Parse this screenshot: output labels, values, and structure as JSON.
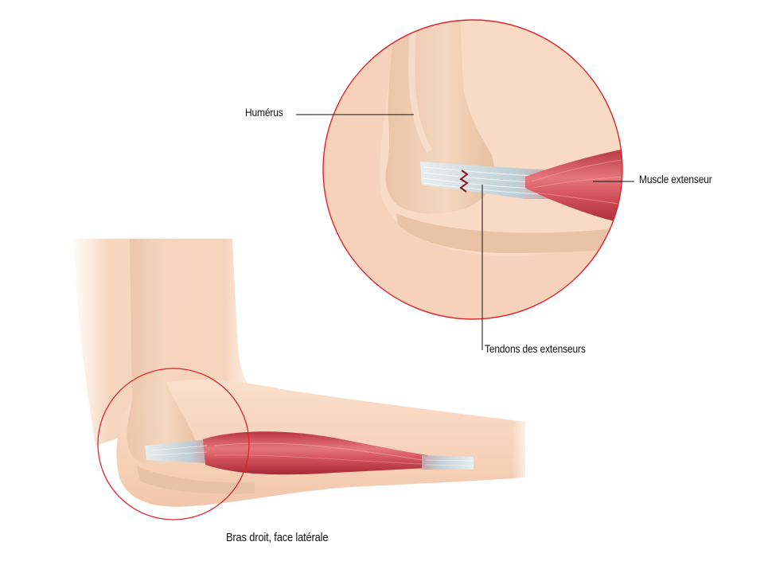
{
  "labels": {
    "humerus": "Humérus",
    "muscle": "Muscle extenseur",
    "tendons": "Tendons des extenseurs",
    "caption": "Bras droit, face latérale"
  },
  "colors": {
    "skin": "#f8d8c2",
    "skin_shadow": "#ecbfa4",
    "bone": "#f2d2b7",
    "bone_shadow": "#dfb596",
    "muscle": "#c9424c",
    "muscle_highlight": "#ec8c8e",
    "tendon": "#c6d4da",
    "circle": "#e0232b",
    "rupture": "#8b1420",
    "leader": "#111111"
  }
}
